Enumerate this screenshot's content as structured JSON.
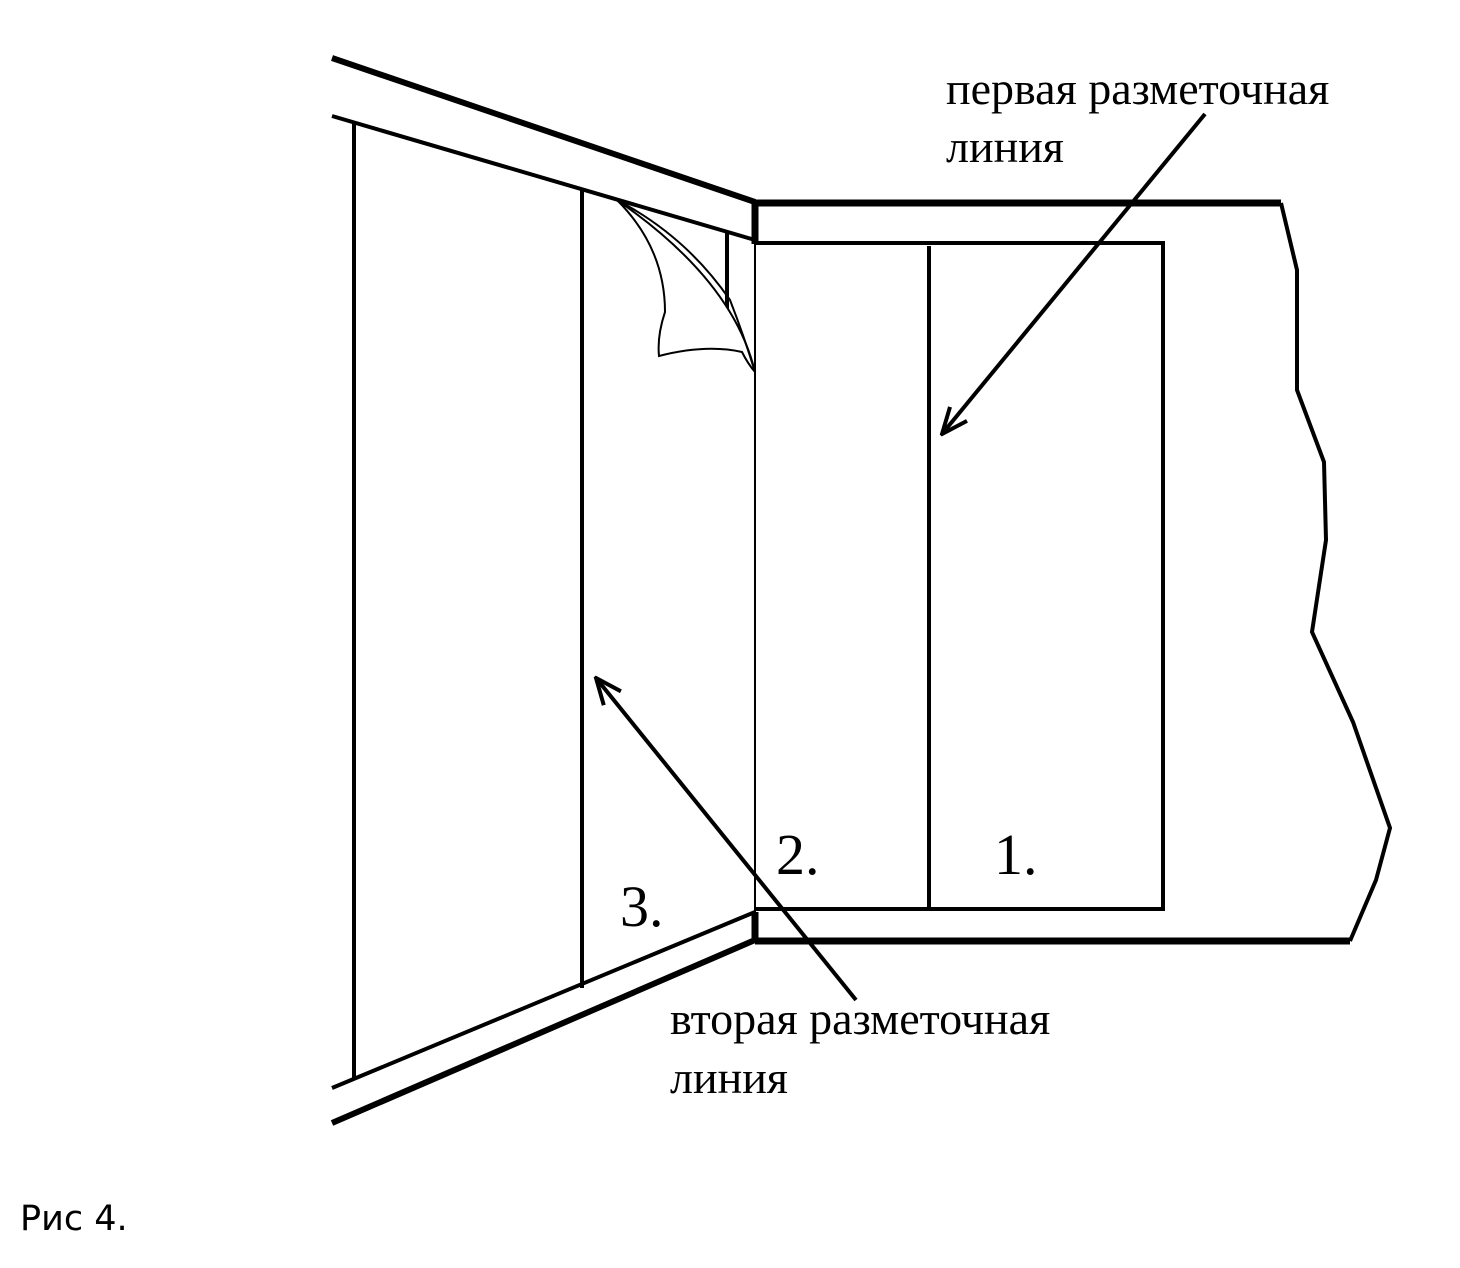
{
  "diagram": {
    "labels": {
      "first_line_1": "первая разметочная",
      "first_line_2": "линия",
      "second_line_1": "вторая разметочная",
      "second_line_2": "линия"
    },
    "strip_numbers": {
      "one": "1.",
      "two": "2.",
      "three": "3."
    }
  },
  "caption": "Рис 4.",
  "colors": {
    "line": "#000000",
    "background": "#ffffff"
  }
}
